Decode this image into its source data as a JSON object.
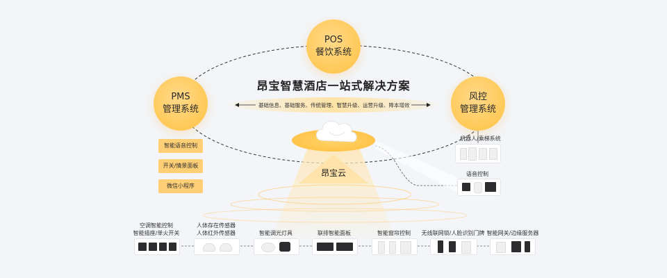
{
  "title": "昂宝智慧酒店一站式解决方案",
  "subtitle": "基础信息、基础服务、传统管理、智慧升级、运营升级、降本增效",
  "nodes": {
    "pos": {
      "line1": "POS",
      "line2": "餐饮系统"
    },
    "pms": {
      "line1": "PMS",
      "line2": "管理系统"
    },
    "risk": {
      "line1": "风控",
      "line2": "管理系统"
    }
  },
  "cloud": {
    "label": "昂宝云"
  },
  "pms_features": [
    "智能语音控制",
    "开关/情景面板",
    "微信小程序"
  ],
  "right_modules": {
    "robot": "机器人/乘梯系统",
    "voice": "语音控制"
  },
  "devices": [
    {
      "line1": "空调智能控制",
      "line2": "智能插座/单火开关"
    },
    {
      "line1": "人体存在传感器",
      "line2": "人体红外传感器"
    },
    {
      "line1": "智能调光灯具",
      "line2": ""
    },
    {
      "line1": "联排智能面板",
      "line2": ""
    },
    {
      "line1": "智能窗帘控制",
      "line2": ""
    },
    {
      "line1": "无线联网锁/人脸识别门牌",
      "line2": ""
    },
    {
      "line1": "智能网关/边缘服务器",
      "line2": ""
    }
  ],
  "colors": {
    "accent": "#ffc957",
    "feature_bg": "#ffcf76",
    "background": "#f3f5f8"
  }
}
